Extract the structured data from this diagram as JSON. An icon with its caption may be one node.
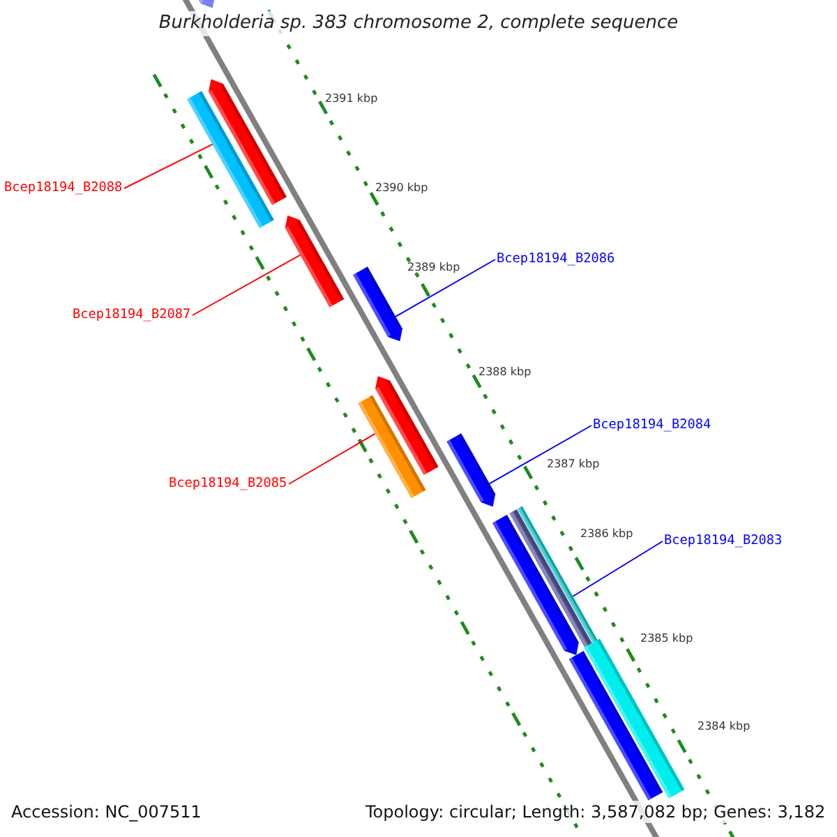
{
  "diagram": {
    "title": "Burkholderia sp. 383 chromosome 2, complete sequence",
    "nodes": [
      {
        "text": [
          "Bcep18194_B2088"
        ]
      },
      {
        "text": [
          "Bcep18194_B2087"
        ]
      },
      {
        "text": [
          "Bcep18194_B2086"
        ]
      },
      {
        "text": [
          "Bcep18194_B2085"
        ]
      },
      {
        "text": [
          "Bcep18194_B2084"
        ]
      },
      {
        "text": [
          "Bcep18194_B2083"
        ]
      },
      {
        "text": [],
        "shape": "arrow"
      },
      {
        "text": [],
        "shape": "arrow"
      },
      {
        "text": [],
        "shape": "bar"
      },
      {
        "text": [],
        "shape": "arrow"
      },
      {
        "text": [],
        "shape": "arrow"
      },
      {
        "text": [],
        "shape": "arrow"
      },
      {
        "text": [],
        "shape": "bar"
      },
      {
        "text": [],
        "shape": "arrow"
      },
      {
        "text": [],
        "shape": "arrow"
      },
      {
        "text": [],
        "shape": "bar"
      },
      {
        "text": [],
        "shape": "bar"
      },
      {
        "text": [],
        "shape": "bar"
      },
      {
        "text": [],
        "shape": "bar"
      }
    ],
    "edges": [
      {
        "from": 0,
        "to": 8,
        "arrow": "none",
        "color": "#ff0000"
      },
      {
        "from": 1,
        "to": 9,
        "arrow": "none",
        "color": "#ff0000"
      },
      {
        "from": 2,
        "to": 10,
        "arrow": "none",
        "color": "#0000ff"
      },
      {
        "from": 3,
        "to": 12,
        "arrow": "none",
        "color": "#ff0000"
      },
      {
        "from": 4,
        "to": 13,
        "arrow": "none",
        "color": "#0000ff"
      },
      {
        "from": 5,
        "to": 16,
        "arrow": "none",
        "color": "#0000ff"
      }
    ],
    "labels": [
      "2391 kbp",
      "2390 kbp",
      "2389 kbp",
      "2388 kbp",
      "2387 kbp",
      "2386 kbp",
      "2385 kbp",
      "2384 kbp",
      "Accession: NC_007511",
      "Topology: circular; Length: 3,587,082 bp; Genes: 3,182"
    ]
  }
}
